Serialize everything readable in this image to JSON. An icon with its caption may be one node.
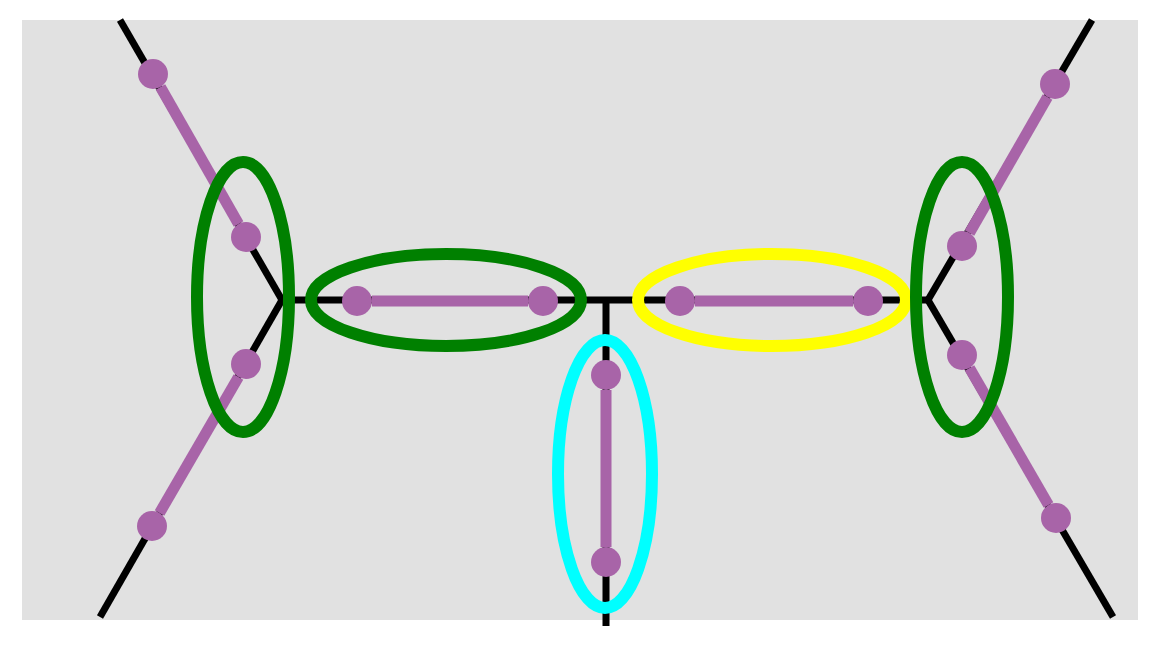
{
  "diagram": {
    "nodes": [
      {
        "text": [],
        "shape": "ellipse"
      },
      {
        "text": [],
        "shape": "circle",
        "in": 0
      },
      {
        "text": [],
        "shape": "circle",
        "in": 0
      },
      {
        "text": [],
        "shape": "ellipse"
      },
      {
        "text": [],
        "shape": "circle",
        "in": 3
      },
      {
        "text": [],
        "shape": "circle",
        "in": 3
      },
      {
        "text": [],
        "shape": "ellipse"
      },
      {
        "text": [],
        "shape": "circle",
        "in": 6
      },
      {
        "text": [],
        "shape": "circle",
        "in": 6
      },
      {
        "text": [],
        "shape": "ellipse"
      },
      {
        "text": [],
        "shape": "circle",
        "in": 9
      },
      {
        "text": [],
        "shape": "circle",
        "in": 9
      },
      {
        "text": [],
        "shape": "ellipse"
      },
      {
        "text": [],
        "shape": "circle",
        "in": 12
      },
      {
        "text": [],
        "shape": "circle",
        "in": 12
      },
      {
        "text": [],
        "shape": "circle"
      },
      {
        "text": [],
        "shape": "circle"
      },
      {
        "text": [],
        "shape": "circle"
      },
      {
        "text": [],
        "shape": "circle"
      }
    ],
    "edges": [
      {
        "from": 15,
        "to": 1,
        "arrow": "none"
      },
      {
        "from": 2,
        "to": 16,
        "arrow": "none"
      },
      {
        "from": 4,
        "to": 5,
        "arrow": "none"
      },
      {
        "from": 7,
        "to": 8,
        "arrow": "none"
      },
      {
        "from": 10,
        "to": 11,
        "arrow": "none"
      },
      {
        "from": 17,
        "to": 13,
        "arrow": "none"
      },
      {
        "from": 14,
        "to": 18,
        "arrow": "none"
      }
    ]
  }
}
